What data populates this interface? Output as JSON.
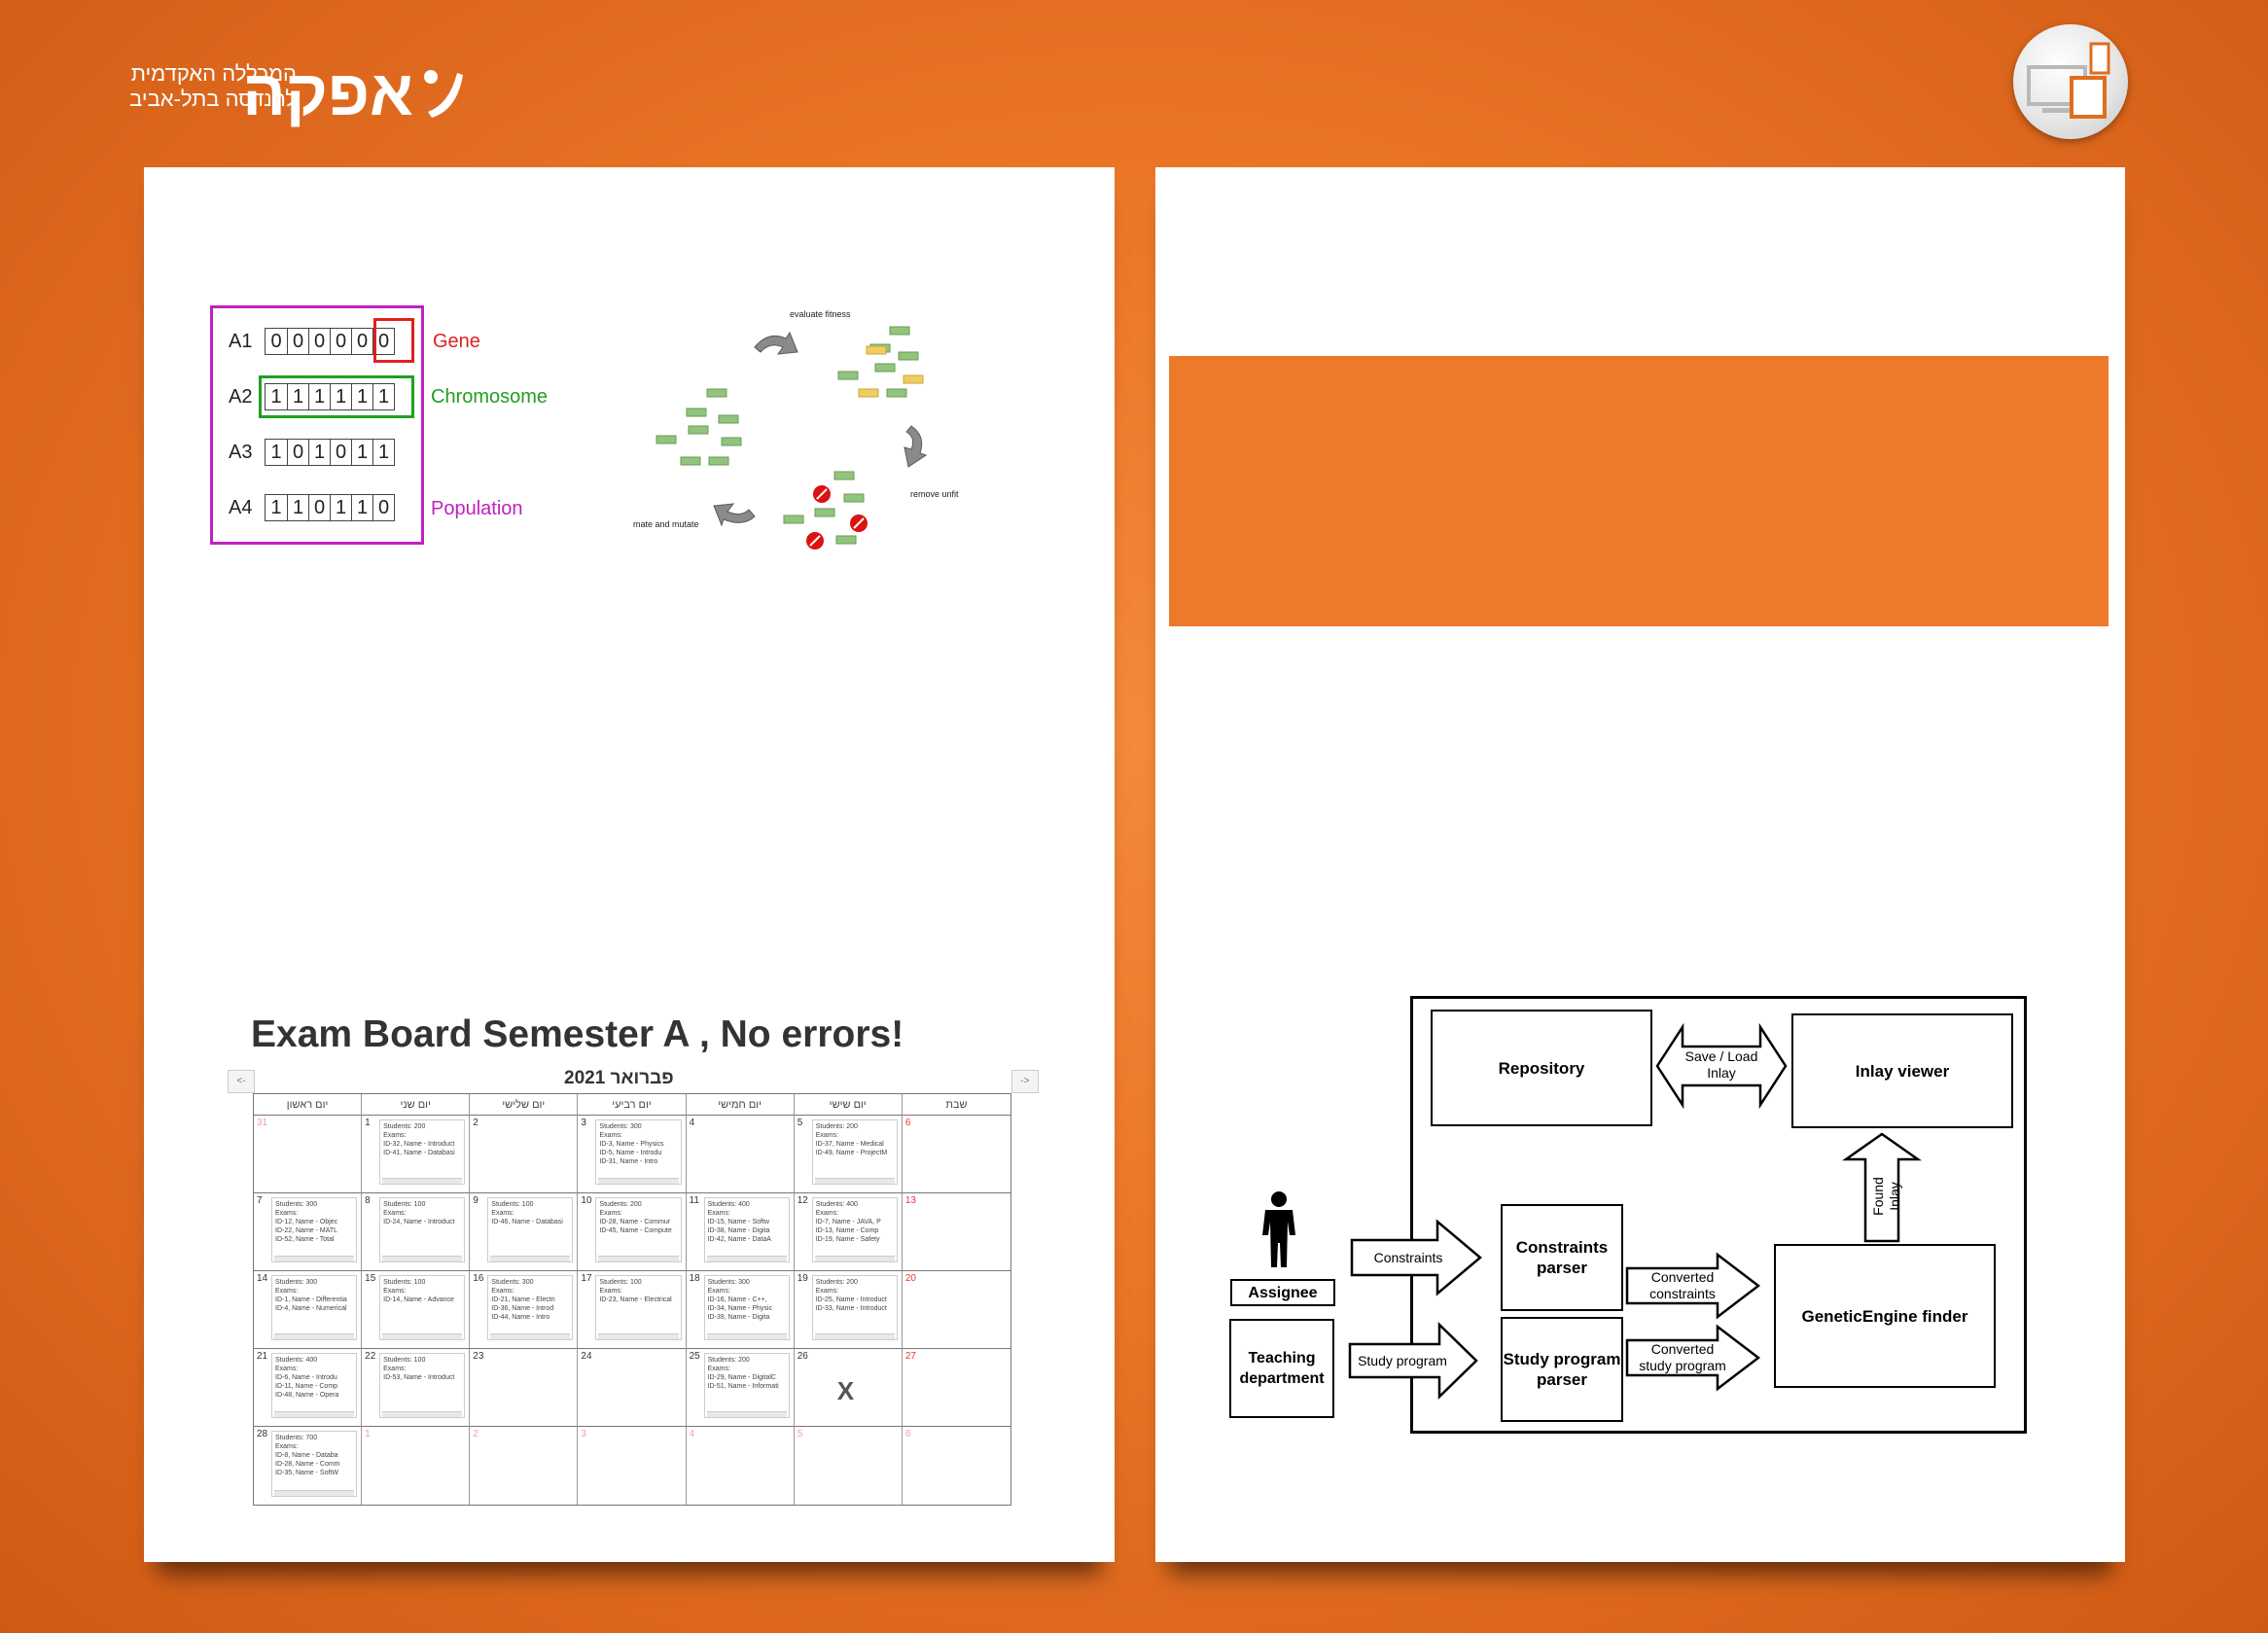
{
  "logo": {
    "line1": "המכללה האקדמית",
    "line2": "להנדסה בתל-אביב",
    "brand": "אפקה"
  },
  "ga_figure": {
    "rows": [
      {
        "label": "A1",
        "genes": [
          "0",
          "0",
          "0",
          "0",
          "0",
          "0"
        ]
      },
      {
        "label": "A2",
        "genes": [
          "1",
          "1",
          "1",
          "1",
          "1",
          "1"
        ]
      },
      {
        "label": "A3",
        "genes": [
          "1",
          "0",
          "1",
          "0",
          "1",
          "1"
        ]
      },
      {
        "label": "A4",
        "genes": [
          "1",
          "1",
          "0",
          "1",
          "1",
          "0"
        ]
      }
    ],
    "gene_label": "Gene",
    "chromosome_label": "Chromosome",
    "population_label": "Population",
    "colors": {
      "gene": "#e02020",
      "chromosome": "#20a020",
      "population": "#c020c0"
    }
  },
  "cycle": {
    "evaluate": "evaluate fitness",
    "remove": "remove unfit",
    "mate": "mate and mutate"
  },
  "calendar": {
    "title": "Exam Board Semester A , No errors!",
    "month": "פברואר 2021",
    "nav_prev": "<-",
    "nav_next": "->",
    "headers": [
      "יום ראשון",
      "יום שני",
      "יום שלישי",
      "יום רביעי",
      "יום חמישי",
      "יום שישי",
      "שבת"
    ],
    "weeks": [
      [
        {
          "day": "31",
          "style": "faded",
          "lines": []
        },
        {
          "day": "1",
          "style": "",
          "lines": [
            "Students: 200",
            "Exams:",
            "ID-32, Name - Introduct",
            "ID-41, Name - Databasi"
          ]
        },
        {
          "day": "2",
          "style": "",
          "lines": []
        },
        {
          "day": "3",
          "style": "",
          "lines": [
            "Students: 300",
            "Exams:",
            "ID-3, Name - Physics",
            "ID-5, Name - Introdu",
            "ID-31, Name - Intro"
          ]
        },
        {
          "day": "4",
          "style": "",
          "lines": []
        },
        {
          "day": "5",
          "style": "",
          "lines": [
            "Students: 200",
            "Exams:",
            "ID-37, Name - Medical",
            "ID-49, Name - ProjectM"
          ]
        },
        {
          "day": "6",
          "style": "red",
          "lines": []
        }
      ],
      [
        {
          "day": "7",
          "style": "",
          "lines": [
            "Students: 300",
            "Exams:",
            "ID-12, Name - Objec",
            "ID-22, Name - MATL",
            "ID-52, Name - Total"
          ]
        },
        {
          "day": "8",
          "style": "",
          "lines": [
            "Students: 100",
            "Exams:",
            "ID-24, Name - Introduct"
          ]
        },
        {
          "day": "9",
          "style": "",
          "lines": [
            "Students: 100",
            "Exams:",
            "ID-46, Name - Databasi"
          ]
        },
        {
          "day": "10",
          "style": "",
          "lines": [
            "Students: 200",
            "Exams:",
            "ID-28, Name - Commur",
            "ID-45, Name - Compute"
          ]
        },
        {
          "day": "11",
          "style": "",
          "lines": [
            "Students: 400",
            "Exams:",
            "ID-15, Name - Softw",
            "ID-38, Name - Digita",
            "ID-42, Name - DataA"
          ]
        },
        {
          "day": "12",
          "style": "",
          "lines": [
            "Students: 400",
            "Exams:",
            "ID-7, Name - JAVA, P",
            "ID-13, Name - Comp",
            "ID-19, Name - Safety"
          ]
        },
        {
          "day": "13",
          "style": "red",
          "lines": []
        }
      ],
      [
        {
          "day": "14",
          "style": "",
          "lines": [
            "Students: 300",
            "Exams:",
            "ID-1, Name - Differentia",
            "ID-4, Name - Numerical"
          ]
        },
        {
          "day": "15",
          "style": "",
          "lines": [
            "Students: 100",
            "Exams:",
            "ID-14, Name - Advance"
          ]
        },
        {
          "day": "16",
          "style": "",
          "lines": [
            "Students: 300",
            "Exams:",
            "ID-21, Name - Electri",
            "ID-36, Name - Introd",
            "ID-44, Name - Intro"
          ]
        },
        {
          "day": "17",
          "style": "",
          "lines": [
            "Students: 100",
            "Exams:",
            "ID-23, Name - Electrical"
          ]
        },
        {
          "day": "18",
          "style": "",
          "lines": [
            "Students: 300",
            "Exams:",
            "ID-16, Name - C++,",
            "ID-34, Name - Physic",
            "ID-39, Name - Digita"
          ]
        },
        {
          "day": "19",
          "style": "",
          "lines": [
            "Students: 200",
            "Exams:",
            "ID-25, Name - Introduct",
            "ID-33, Name - Introduct"
          ]
        },
        {
          "day": "20",
          "style": "red",
          "lines": []
        }
      ],
      [
        {
          "day": "21",
          "style": "",
          "lines": [
            "Students: 400",
            "Exams:",
            "ID-6, Name - Introdu",
            "ID-11, Name - Comp",
            "ID-48, Name - Opera"
          ]
        },
        {
          "day": "22",
          "style": "",
          "lines": [
            "Students: 100",
            "Exams:",
            "ID-53, Name - Introduct"
          ]
        },
        {
          "day": "23",
          "style": "",
          "lines": []
        },
        {
          "day": "24",
          "style": "",
          "lines": []
        },
        {
          "day": "25",
          "style": "",
          "lines": [
            "Students: 200",
            "Exams:",
            "ID-29, Name - DigitalC",
            "ID-51, Name - Informati"
          ]
        },
        {
          "day": "26",
          "style": "",
          "lines": [],
          "mark": "X"
        },
        {
          "day": "27",
          "style": "red",
          "lines": []
        }
      ],
      [
        {
          "day": "28",
          "style": "",
          "lines": [
            "Students: 700",
            "Exams:",
            "ID-8, Name - Databa",
            "ID-28, Name - Comm",
            "ID-35, Name - SoftW"
          ]
        },
        {
          "day": "1",
          "style": "faded",
          "lines": []
        },
        {
          "day": "2",
          "style": "faded",
          "lines": []
        },
        {
          "day": "3",
          "style": "faded",
          "lines": []
        },
        {
          "day": "4",
          "style": "faded",
          "lines": []
        },
        {
          "day": "5",
          "style": "faded",
          "lines": []
        },
        {
          "day": "6",
          "style": "faded",
          "lines": []
        }
      ]
    ]
  },
  "architecture": {
    "repository": "Repository",
    "inlay_viewer": "Inlay viewer",
    "save_load": "Save / Load Inlay",
    "found_inlay": "Found Inlay",
    "constraints_parser": "Constraints parser",
    "study_program_parser": "Study program parser",
    "genetic_engine": "GeneticEngine finder",
    "assignee": "Assignee",
    "teaching_department": "Teaching department",
    "constraints": "Constraints",
    "study_program": "Study program",
    "converted_constraints": "Converted constraints",
    "converted_study_program": "Converted study program"
  },
  "colors": {
    "background": "#ea7526",
    "panel": "#ffffff",
    "band": "#ed7a2a",
    "cell_green": "#92c47d",
    "cell_yellow": "#f1cc5e"
  }
}
